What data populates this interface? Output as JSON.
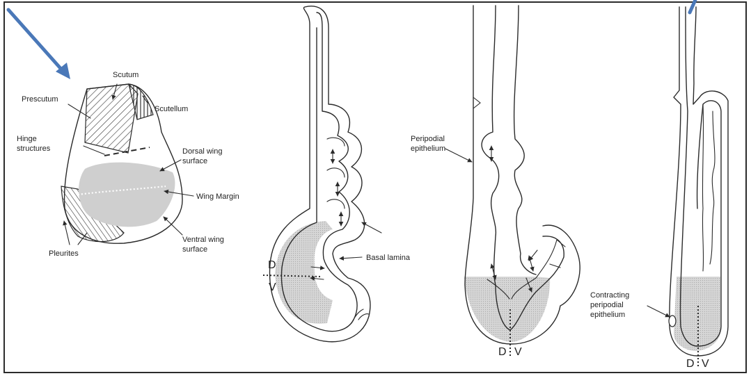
{
  "colors": {
    "frame": "#2b2b2b",
    "pointer_arrow": "#4a78b8",
    "ink": "#2a2a2a",
    "shading": "#cfcfcf"
  },
  "icons": {
    "pointer_left": "blue-pointer-arrow-icon",
    "pointer_right": "blue-pointer-arrow-icon"
  },
  "panel1": {
    "labels": {
      "scutum": "Scutum",
      "prescutum": "Prescutum",
      "scutellum": "Scutellum",
      "hinge_line1": "Hinge",
      "hinge_line2": "structures",
      "dorsal_line1": "Dorsal wing",
      "dorsal_line2": "surface",
      "wing_margin": "Wing Margin",
      "ventral_line1": "Ventral wing",
      "ventral_line2": "surface",
      "pleurites": "Pleurites"
    }
  },
  "panel2": {
    "labels": {
      "basal_lamina": "Basal lamina",
      "d": "D",
      "v": "V"
    }
  },
  "panel3": {
    "labels": {
      "peripodial_line1": "Peripodial",
      "peripodial_line2": "epithelium",
      "d": "D",
      "v": "V"
    }
  },
  "panel4": {
    "labels": {
      "contracting_line1": "Contracting",
      "contracting_line2": "peripodial",
      "contracting_line3": "epithelium",
      "d": "D",
      "v": "V"
    }
  }
}
